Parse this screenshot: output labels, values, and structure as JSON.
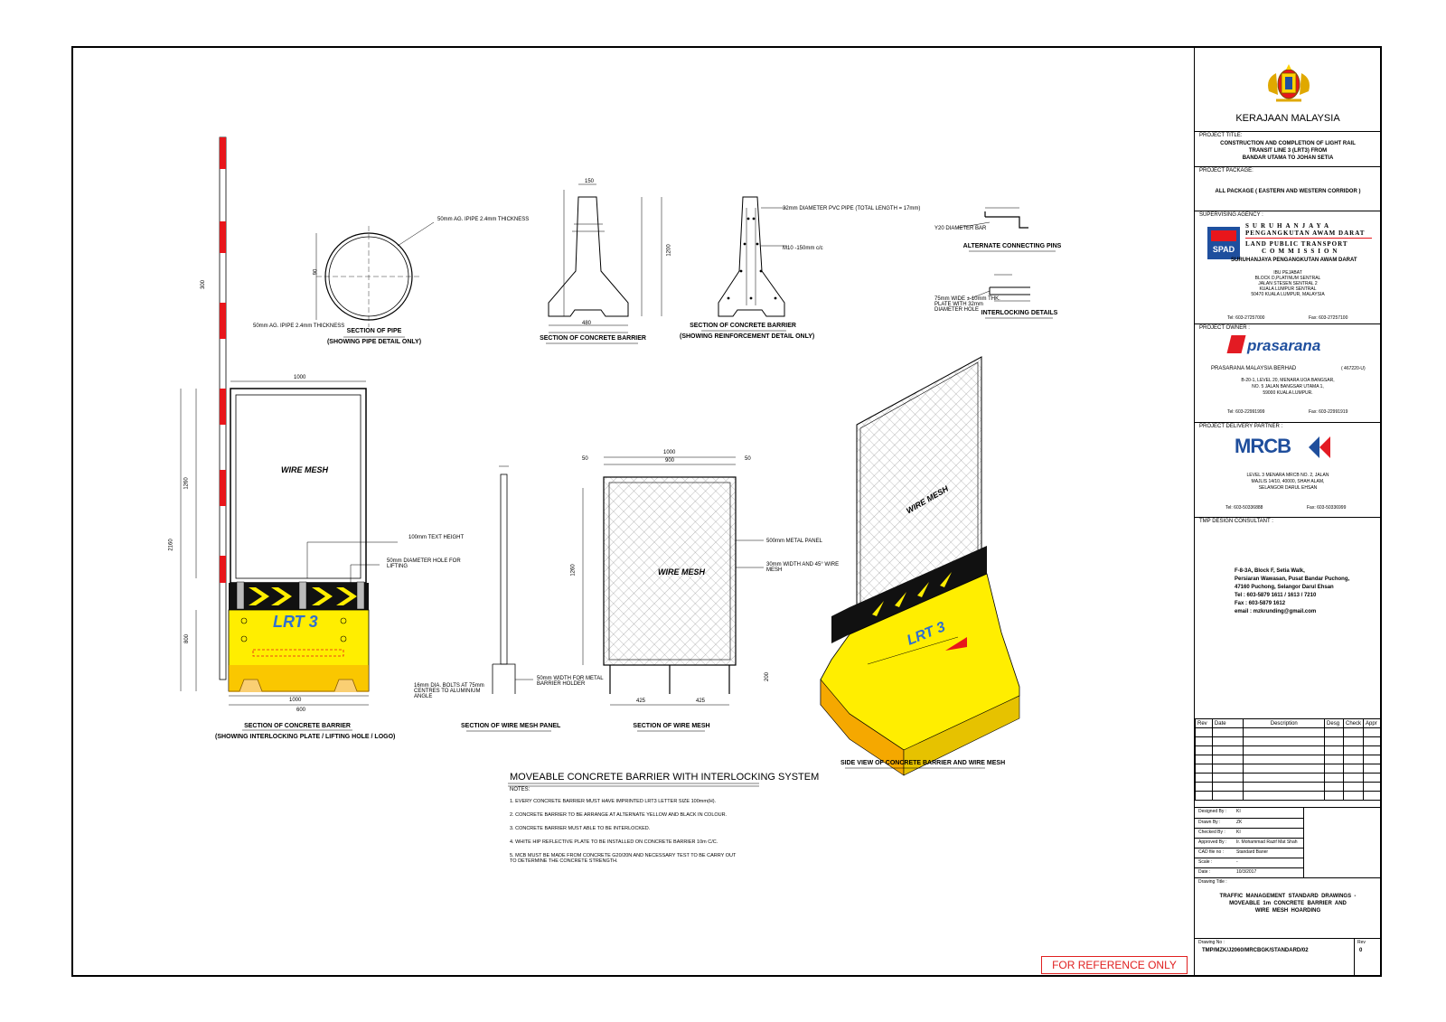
{
  "drawing": {
    "title": "MOVEABLE CONCRETE BARRIER WITH INTERLOCKING SYSTEM",
    "notes_heading": "NOTES:",
    "notes": [
      "1.  EVERY CONCRETE BARRIER MUST HAVE IMPRINTED LRT3 LETTER SIZE 100mm(H).",
      "2.  CONCRETE BARRIER TO BE ARRANGE AT ALTERNATE YELLOW AND BLACK IN COLOUR.",
      "3.  CONCRETE BARRIER MUST ABLE TO BE INTERLOCKED.",
      "4.  WHITE HIP REFLECTIVE PLATE TO BE INSTALLED ON CONCRETE BARRIER 10m C/C.",
      "5.  MCB MUST BE MADE FROM CONCRETE G20/20N AND NECESSARY TEST TO BE CARRY OUT",
      "     TO DETERMINE THE CONCRETE STRENGTH."
    ],
    "captions": {
      "section_pipe": "SECTION OF PIPE",
      "section_pipe_sub": "(SHOWING PIPE DETAIL ONLY)",
      "section_barrier": "SECTION OF CONCRETE BARRIER",
      "section_barrier_reinf": "SECTION OF CONCRETE BARRIER",
      "section_barrier_reinf_sub": "(SHOWING REINFORCEMENT DETAIL ONLY)",
      "alt_pins": "ALTERNATE CONNECTING PINS",
      "interlocking": "INTERLOCKING DETAILS",
      "section_barrier_front": "SECTION OF CONCRETE BARRIER",
      "section_barrier_front_sub": "(SHOWING INTERLOCKING PLATE / LIFTING HOLE / LOGO)",
      "section_mesh_panel": "SECTION OF WIRE MESH PANEL",
      "section_mesh": "SECTION OF WIRE MESH",
      "side_view": "SIDE VIEW OF CONCRETE BARRIER AND WIRE MESH"
    },
    "labels": {
      "pipe_spec": "50mm AG. IPIPE\n2.4mm THICKNESS",
      "pipe_spec_2": "50mm AG. IPIPE\n2.4mm THICKNESS",
      "pvc_pipe": "32mm DIAMETER PVC PIPE\n(TOTAL LENGTH = 17mm)",
      "rebar": "M10 -150mm c/c",
      "pin_bar": "Y20 DIAMETER BAR",
      "plate": "75mm WIDE + 10mm THK.\nPLATE WITH 32mm\nDIAMETER HOLE",
      "text_height": "100mm TEXT HEIGHT",
      "lifting_hole": "50mm DIAMETER HOLE FOR\nLIFTING",
      "wire_mesh": "WIRE MESH",
      "metal_panel": "500mm METAL PANEL",
      "wire_spec": "30mm WIDTH AND 45° WIRE\nMESH",
      "bolts": "16mm DIA. BOLTS AT 75mm\nCENTRES TO ALUMINIUM\nANGLE",
      "holder": "50mm WIDTH FOR METAL\nBARRIER HOLDER",
      "lrt3": "LRT 3"
    },
    "dims": {
      "d1000": "1000",
      "d900": "900",
      "d50": "50",
      "d150": "150",
      "d600": "600",
      "d2160": "2160",
      "d1260": "1260",
      "d800": "800",
      "d425": "425",
      "d200": "200",
      "d480": "480",
      "d300": "300",
      "d1200": "1200",
      "d90": "90"
    },
    "reference_stamp": "FOR REFERENCE ONLY"
  },
  "title_block": {
    "government": "KERAJAAN MALAYSIA",
    "project_title_label": "PROJECT TITLE:",
    "project_title": "CONSTRUCTION AND COMPLETION OF LIGHT RAIL\nTRANSIT LINE 3 (LRT3) FROM\nBANDAR UTAMA TO JOHAN SETIA",
    "project_package_label": "PROJECT PACKAGE:",
    "project_package": "ALL PACKAGE ( EASTERN AND WESTERN CORRIDOR )",
    "supervising_label": "SUPERVISING  AGENCY  :",
    "spad_name_1": "SURUHANJAYA",
    "spad_name_2": "PENGANGKUTAN AWAM DARAT",
    "spad_name_3": "LAND PUBLIC TRANSPORT",
    "spad_name_4": "COMMISSION",
    "spad_logo": "SPAD",
    "spad_full": "SURUHANJAYA  PENGANGKUTAN  AWAM  DARAT",
    "spad_address": "IBU PEJABAT\nBLOCK D,PLATINUM SENTRAL\nJALAN STESEN SENTRAL 2\nKUALA LUMPUR SENTRAL\n50470 KUALA LUMPUR, MALAYSIA",
    "spad_tel": "Tel: 603-27257000",
    "spad_fax": "Fax: 603-27257100",
    "owner_label": "PROJECT  OWNER  :",
    "prasarana_logo": "prasarana",
    "prasarana_name": "PRASARANA MALAYSIA BERHAD",
    "prasarana_reg": "( 467220-U)",
    "prasarana_address": "B-20-1, LEVEL 20, MENARA UOA BANGSAR,\nNO. 5 JALAN BANGSAR UTAMA 1,\n59000 KUALA LUMPUR.",
    "prasarana_tel": "Tel: 603-22991999",
    "prasarana_fax": "Fax: 603-22991919",
    "pdp_label": "PROJECT  DELIVERY  PARTNER  :",
    "mrcb_logo": "MRCB",
    "mrcb_address": "LEVEL 3 MENARA MRCB NO. 2, JALAN\nMAJLIS 14/10, 40000, SHAH ALAM,\nSELANGOR DARUL EHSAN",
    "mrcb_tel": "Tel: 603-50336888",
    "mrcb_fax": "Fax: 603-50336999",
    "tmp_label": "TMP DESIGN  CONSULTANT  :",
    "tmp_address": "F-8-3A, Block F, Setia Walk,\nPersiaran Wawasan, Pusat Bandar Puchong,\n47160 Puchong, Selangor Darul Ehsan\nTel : 603-5879 1611 / 1613 / 7210\nFax : 603-5879 1612\nemail : mzkrunding@gmail.com",
    "rev_headers": [
      "Rev",
      "Date",
      "Description",
      "Desg",
      "Check",
      "Appr"
    ],
    "designed_by_label": "Designed By :",
    "designed_by": "KI",
    "drawn_by_label": "Drawn By :",
    "drawn_by": "ZK",
    "checked_by_label": "Checked By :",
    "checked_by": "KI",
    "approved_by_label": "Approved By :",
    "approved_by": "Ir. Mohammad Razif Mat Shah",
    "cad_label": "CAD file no :",
    "cad": "Standard Barier",
    "scale_label": "Scale :",
    "scale": "-",
    "date_label": "Date :",
    "date": "10/3/2017",
    "drawing_title_label": "Drawing Title :",
    "drawing_title": "TRAFFIC  MANAGEMENT  STANDARD  DRAWINGS  -\nMOVEABLE  1m  CONCRETE  BARRIER  AND\nWIRE  MESH  HOARDING",
    "drawing_no_label": "Drawing No :",
    "drawing_no": "TMP/MZK/J2060/MRCBGK/STANDARD/02",
    "rev_label": "Rev",
    "rev": "0"
  },
  "colors": {
    "yellow": "#ffee00",
    "black": "#000000",
    "red": "#e8161b",
    "spad_blue": "#1f4f9e",
    "mrcb_blue": "#1f4e9c",
    "prasarana_red": "#e31b23"
  }
}
